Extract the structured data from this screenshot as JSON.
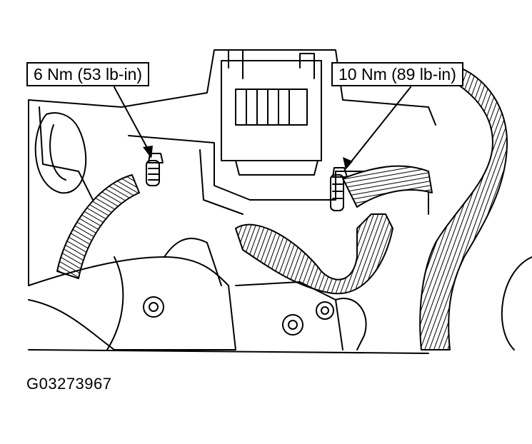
{
  "callouts": {
    "left_torque": "6 Nm (53 lb-in)",
    "right_torque": "10 Nm (89 lb-in)"
  },
  "figure_id": "G03273967",
  "colors": {
    "line": "#000000",
    "background": "#ffffff"
  }
}
